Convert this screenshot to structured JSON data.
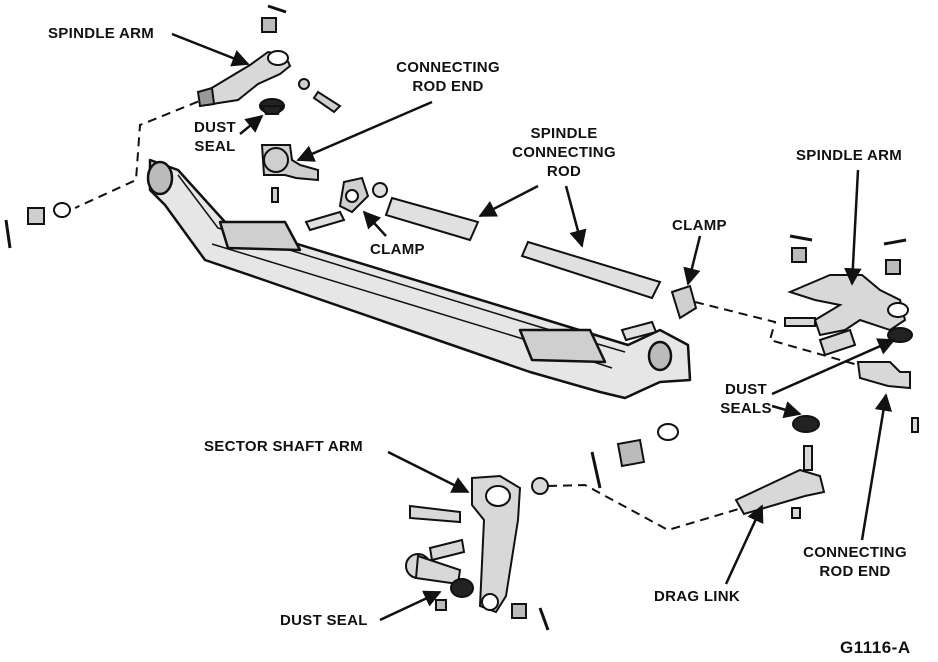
{
  "figure_id": "G1116-A",
  "labels": {
    "spindle_arm_left": "SPINDLE ARM",
    "connecting_rod_end_top": [
      "CONNECTING",
      "ROD END"
    ],
    "dust_seal_top": [
      "DUST",
      "SEAL"
    ],
    "spindle_connecting_rod": [
      "SPINDLE",
      "CONNECTING",
      "ROD"
    ],
    "spindle_arm_right": "SPINDLE ARM",
    "clamp_left": "CLAMP",
    "clamp_right": "CLAMP",
    "dust_seals_right": [
      "DUST",
      "SEALS"
    ],
    "sector_shaft_arm": "SECTOR SHAFT ARM",
    "connecting_rod_end_bottom": [
      "CONNECTING",
      "ROD END"
    ],
    "drag_link": "DRAG LINK",
    "dust_seal_bottom": "DUST SEAL"
  }
}
